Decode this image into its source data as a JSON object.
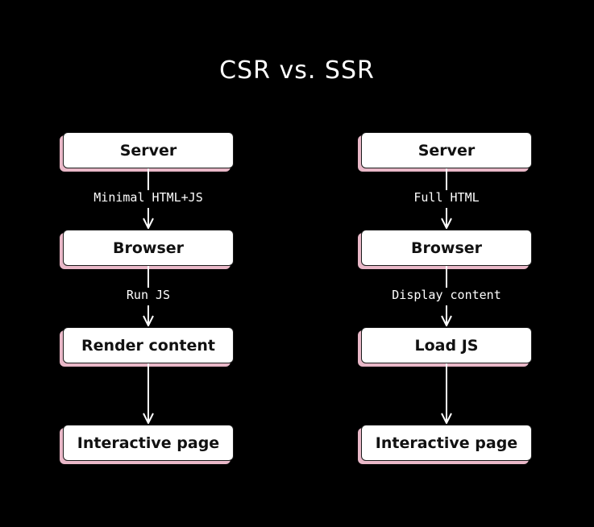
{
  "title": "CSR vs. SSR",
  "colors": {
    "background": "#000000",
    "box_fill": "#ffffff",
    "box_shadow": "#e9b8c8",
    "text_light": "#ffffff",
    "text_dark": "#111111"
  },
  "csr": {
    "nodes": [
      "Server",
      "Browser",
      "Render content",
      "Interactive page"
    ],
    "edges": [
      "Minimal HTML+JS",
      "Run JS",
      ""
    ]
  },
  "ssr": {
    "nodes": [
      "Server",
      "Browser",
      "Load JS",
      "Interactive page"
    ],
    "edges": [
      "Full HTML",
      "Display content",
      ""
    ]
  }
}
